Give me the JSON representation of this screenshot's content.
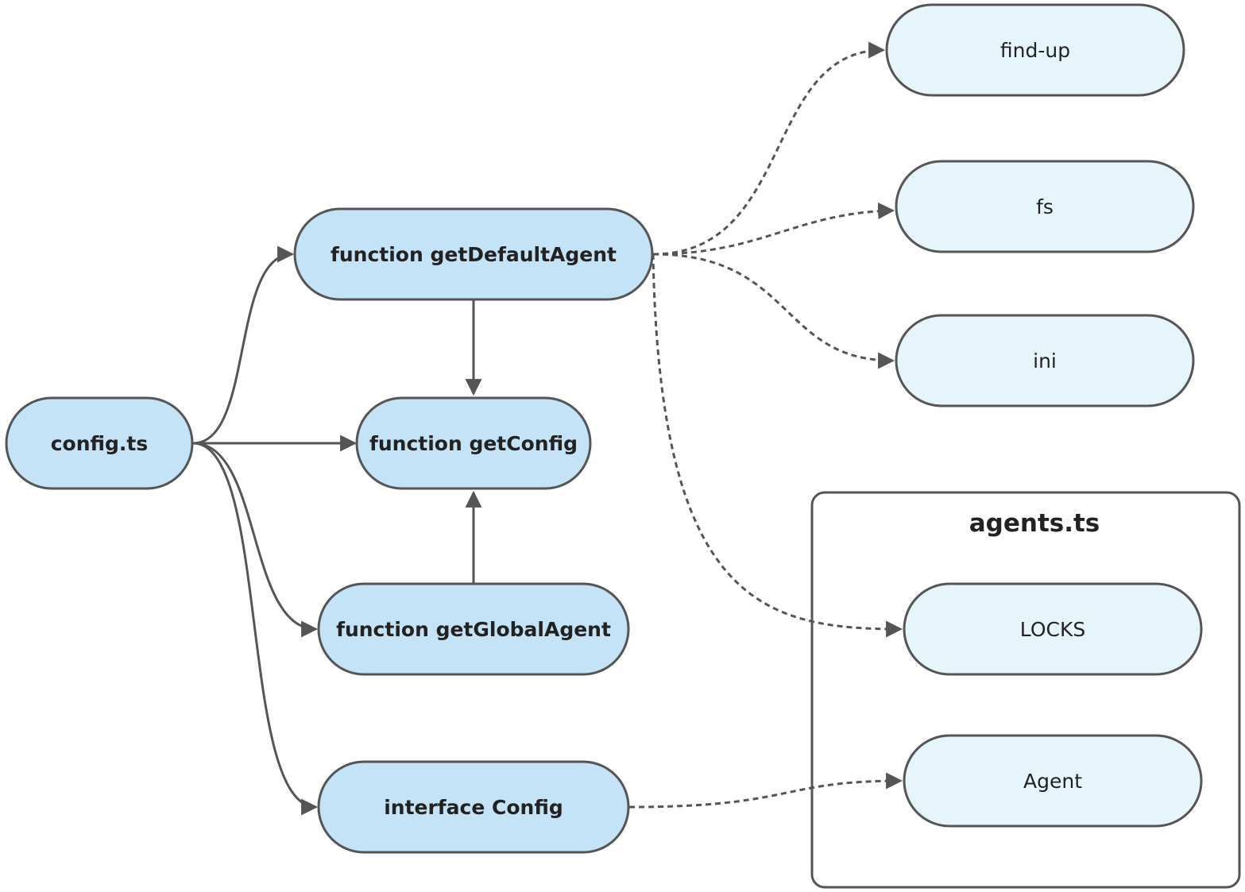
{
  "colors": {
    "primary_fill": "#c5e3f6",
    "secondary_fill": "#e6f4fc",
    "stroke": "#555555",
    "cluster_stroke": "#555555",
    "text": "#222222"
  },
  "cluster": {
    "title": "agents.ts"
  },
  "nodes": {
    "config_ts": "config.ts",
    "get_default_agent": "function getDefaultAgent",
    "get_config": "function getConfig",
    "get_global_agent": "function getGlobalAgent",
    "interface_config": "interface Config",
    "find_up": "find-up",
    "fs": "fs",
    "ini": "ini",
    "locks": "LOCKS",
    "agent": "Agent"
  },
  "edges": [
    {
      "from": "config.ts",
      "to": "function getDefaultAgent",
      "style": "solid"
    },
    {
      "from": "config.ts",
      "to": "function getConfig",
      "style": "solid"
    },
    {
      "from": "config.ts",
      "to": "function getGlobalAgent",
      "style": "solid"
    },
    {
      "from": "config.ts",
      "to": "interface Config",
      "style": "solid"
    },
    {
      "from": "function getDefaultAgent",
      "to": "function getConfig",
      "style": "solid"
    },
    {
      "from": "function getGlobalAgent",
      "to": "function getConfig",
      "style": "solid"
    },
    {
      "from": "function getDefaultAgent",
      "to": "find-up",
      "style": "dashed"
    },
    {
      "from": "function getDefaultAgent",
      "to": "fs",
      "style": "dashed"
    },
    {
      "from": "function getDefaultAgent",
      "to": "ini",
      "style": "dashed"
    },
    {
      "from": "function getDefaultAgent",
      "to": "LOCKS",
      "style": "dashed"
    },
    {
      "from": "interface Config",
      "to": "Agent",
      "style": "dashed"
    }
  ]
}
